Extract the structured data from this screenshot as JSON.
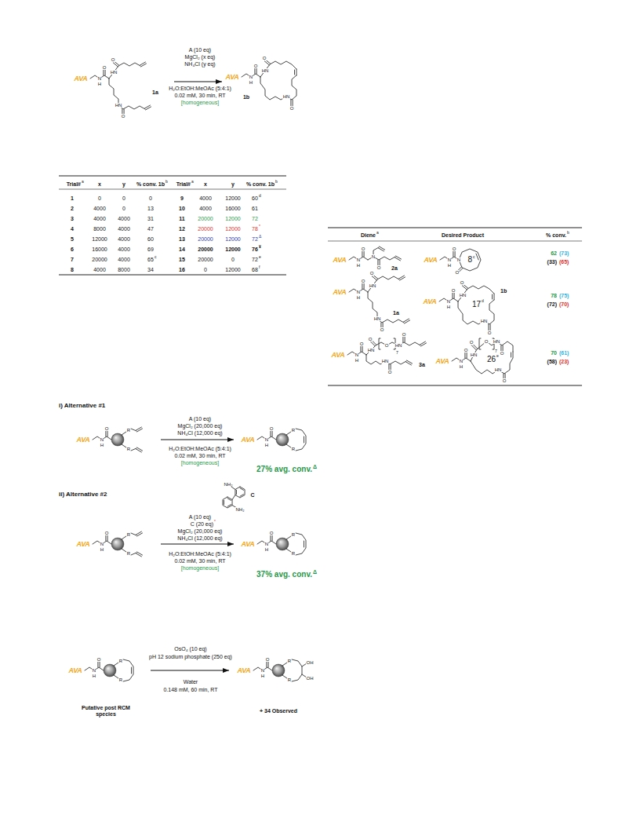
{
  "diagram": {
    "nodes": [
      {
        "text": [
          "1a"
        ]
      },
      {
        "text": [
          "1b"
        ]
      },
      {
        "text": [
          "Putative post RCM species"
        ]
      },
      {
        "text": [
          "+ 34 Observed"
        ]
      }
    ],
    "edges": [
      {
        "from": 0,
        "to": 1,
        "arrow": "to"
      },
      {
        "from": 2,
        "to": 3,
        "arrow": "to"
      }
    ],
    "labels": [
      "AVA",
      "N",
      "H",
      "O",
      "HN",
      "O",
      "HN",
      "O",
      "A (10 eq)",
      "MgCl₂ (x eq)",
      "NH₄Cl (y eq)",
      "H₂O:EtOH:MeOAc (5:4:1)",
      "0.02 mM, 30 min, RT",
      "[homogeneous]",
      "AVA",
      "N",
      "H",
      "O",
      "HN",
      "O",
      "HN",
      "O",
      "Trial#",
      "a",
      "x",
      "y",
      "% conv. 1b",
      "b",
      "Trial#",
      "a",
      "x",
      "y",
      "% conv. 1b",
      "b",
      "1",
      "0",
      "0",
      "0",
      "9",
      "4000",
      "12000",
      "60",
      "d",
      "2",
      "4000",
      "0",
      "13",
      "10",
      "4000",
      "16000",
      "61",
      "3",
      "4000",
      "4000",
      "31",
      "11",
      "20000",
      "12000",
      "72",
      "4",
      "8000",
      "4000",
      "47",
      "12",
      "20000",
      "12000",
      "78",
      "*",
      "5",
      "12000",
      "4000",
      "60",
      "13",
      "20000",
      "12000",
      "72",
      "Δ",
      "6",
      "16000",
      "4000",
      "69",
      "14",
      "20000",
      "12000",
      "76",
      "¥",
      "7",
      "20000",
      "4000",
      "65",
      "c",
      "15",
      "20000",
      "0",
      "72",
      "e",
      "8",
      "4000",
      "8000",
      "34",
      "16",
      "0",
      "12000",
      "68",
      "f",
      "Diene",
      "a",
      "Desired Product",
      "% conv.",
      "b",
      "AVA",
      "N",
      "H",
      "O",
      "N",
      "O",
      "2a",
      "AVA",
      "N",
      "H",
      "O",
      "N",
      "O",
      "8",
      "c",
      "62",
      "(73)",
      "(33)",
      "(65)",
      "AVA",
      "N",
      "H",
      "O",
      "HN",
      "O",
      "HN",
      "O",
      "1a",
      "AVA",
      "N",
      "H",
      "O",
      "HN",
      "O",
      "HN",
      "O",
      "17",
      "d",
      "1b",
      "78",
      "(75)",
      "(72)",
      "(70)",
      "AVA",
      "N",
      "H",
      "O",
      "HN",
      "O",
      "O",
      "7",
      "HN",
      "O",
      "HN",
      "O",
      "3a",
      "AVA",
      "N",
      "H",
      "O",
      "HN",
      "O",
      "O",
      "7",
      "HN",
      "O",
      "HN",
      "O",
      "26",
      "e",
      "70",
      "(61)",
      "(58)",
      "(23)",
      "i) Alternative #1",
      "AVA",
      "N",
      "H",
      "O",
      "R",
      "R",
      "A (10 eq)",
      "MgCl₂ (20,000 eq)",
      "NH₄Cl (12,000 eq)",
      "H₂O:EtOH:MeOAc (5:4:1)",
      "0.02 mM, 30 min, RT",
      "[homogeneous]",
      "AVA",
      "N",
      "H",
      "O",
      "R",
      "R",
      "27% avg. conv.",
      "Δ",
      "ii) Alternative #2",
      "AVA",
      "N",
      "H",
      "O",
      "R",
      "R",
      "NH₂",
      "NH₂",
      "C",
      "A (10 eq)",
      "C (20 eq)",
      "*",
      "MgCl₂ (20,000 eq)",
      "NH₄Cl (12,000 eq)",
      "H₂O:EtOH:MeOAc (5:4:1)",
      "0.02 mM, 30 min, RT",
      "[homogeneous]",
      "AVA",
      "N",
      "H",
      "O",
      "R",
      "R",
      "37% avg. conv.",
      "Δ",
      "AVA",
      "N",
      "H",
      "O",
      "R",
      "R",
      "OsO₄ (10 eq)",
      "pH 12 sodium phosphate (250 eq)",
      "Water",
      "0.148 mM, 60 min, RT",
      "AVA",
      "N",
      "H",
      "O",
      "R",
      "R",
      "OH",
      "OH"
    ]
  }
}
